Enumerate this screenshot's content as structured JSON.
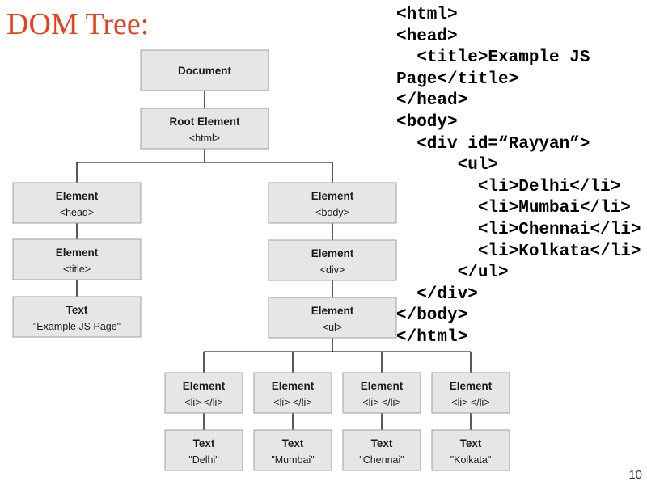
{
  "slide": {
    "title": "DOM Tree:",
    "slide_number": "10"
  },
  "code_lines": [
    "<html>",
    "<head>",
    "  <title>Example JS",
    "Page</title>",
    "</head>",
    "<body>",
    "  <div id=“Rayyan”>",
    "      <ul>",
    "        <li>Delhi</li>",
    "        <li>Mumbai</li>",
    "        <li>Chennai</li>",
    "        <li>Kolkata</li>",
    "      </ul>",
    "  </div>",
    "</body>",
    "</html>"
  ],
  "tree": {
    "nodes": [
      {
        "id": "document",
        "line1": "Document",
        "line2": ""
      },
      {
        "id": "root",
        "line1": "Root Element",
        "line2": "<html>"
      },
      {
        "id": "head",
        "line1": "Element",
        "line2": "<head>"
      },
      {
        "id": "title",
        "line1": "Element",
        "line2": "<title>"
      },
      {
        "id": "title-text",
        "line1": "Text",
        "line2": "\"Example JS Page\""
      },
      {
        "id": "body",
        "line1": "Element",
        "line2": "<body>"
      },
      {
        "id": "div",
        "line1": "Element",
        "line2": "<div>"
      },
      {
        "id": "ul",
        "line1": "Element",
        "line2": "<ul>"
      },
      {
        "id": "li-1",
        "line1": "Element",
        "line2": "<li> </li>"
      },
      {
        "id": "li-2",
        "line1": "Element",
        "line2": "<li> </li>"
      },
      {
        "id": "li-3",
        "line1": "Element",
        "line2": "<li> </li>"
      },
      {
        "id": "li-4",
        "line1": "Element",
        "line2": "<li> </li>"
      },
      {
        "id": "text-delhi",
        "line1": "Text",
        "line2": "\"Delhi\""
      },
      {
        "id": "text-mumbai",
        "line1": "Text",
        "line2": "\"Mumbai\""
      },
      {
        "id": "text-chennai",
        "line1": "Text",
        "line2": "\"Chennai\""
      },
      {
        "id": "text-kolkata",
        "line1": "Text",
        "line2": "\"Kolkata\""
      }
    ],
    "edges": [
      [
        "document",
        "root"
      ],
      [
        "root",
        "head"
      ],
      [
        "root",
        "body"
      ],
      [
        "head",
        "title"
      ],
      [
        "title",
        "title-text"
      ],
      [
        "body",
        "div"
      ],
      [
        "div",
        "ul"
      ],
      [
        "ul",
        "li-1"
      ],
      [
        "ul",
        "li-2"
      ],
      [
        "ul",
        "li-3"
      ],
      [
        "ul",
        "li-4"
      ],
      [
        "li-1",
        "text-delhi"
      ],
      [
        "li-2",
        "text-mumbai"
      ],
      [
        "li-3",
        "text-chennai"
      ],
      [
        "li-4",
        "text-kolkata"
      ]
    ]
  }
}
